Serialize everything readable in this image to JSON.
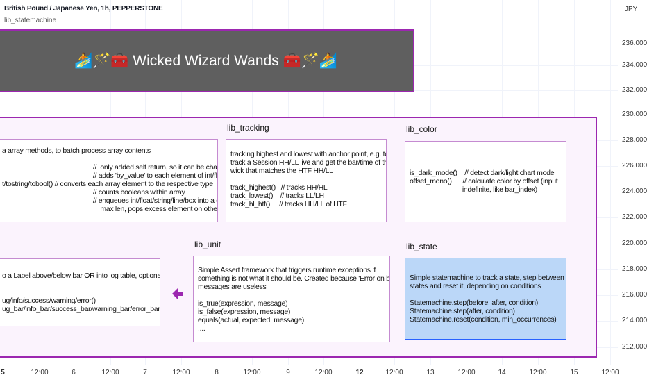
{
  "header": {
    "title": "British Pound / Japanese Yen, 1h, PEPPERSTONE",
    "indicator": "lib_statemachine",
    "currency": "JPY"
  },
  "banner": {
    "left_emoji": "🏄🪄🧰",
    "title": "Wicked Wizard Wands",
    "right_emoji": "🧰🪄🏄"
  },
  "price_axis": [
    "236.000",
    "234.000",
    "232.000",
    "230.000",
    "228.000",
    "226.000",
    "224.000",
    "222.000",
    "220.000",
    "218.000",
    "216.000",
    "214.000",
    "212.000"
  ],
  "time_axis": [
    "5",
    "12:00",
    "6",
    "12:00",
    "7",
    "12:00",
    "8",
    "12:00",
    "9",
    "12:00",
    "12",
    "12:00",
    "13",
    "12:00",
    "14",
    "12:00",
    "15",
    "12:00"
  ],
  "libs": {
    "array": {
      "text": "a array methods, to batch process array contents\n\n                                                  //  only added self return, so it can be chained\n                                                  // adds 'by_value' to each element of int/float arrays\nt/tostring/tobool() // converts each array element to the respective type\n                                                  // counts booleans within array\n                                                  // enqueues int/float/string/line/box into a queue of\n                                                      max len, pops excess element on other end"
    },
    "tracking": {
      "label": "lib_tracking",
      "text": "tracking highest and lowest with anchor point, e.g. to\ntrack a Session HH/LL live and get the bar/time of the LTF\nwick that matches the HTF HH/LL\n\ntrack_highest()   // tracks HH/HL\ntrack_lowest()    // tracks LL/LH\ntrack_hl_htf()     // tracks HH/LL of HTF"
    },
    "color": {
      "label": "lib_color",
      "text": "is_dark_mode()    // detect dark/light chart mode\noffset_mono()      // calculate color by offset (input\n                             indefinite, like bar_index)"
    },
    "unit": {
      "label": "lib_unit",
      "text": "Simple Assert framework that triggers runtime exceptions if\nsomething is not what it should be. Created because 'Error on bar'\nmessages are useless\n\nis_true(expression, message)\nis_false(expression, message)\nequals(actual, expected, message)\n...."
    },
    "logging": {
      "text": "o a Label above/below bar OR into log table, optional\n\n\nug/info/success/warning/error()\nug_bar/info_bar/success_bar/warning_bar/error_bar()"
    },
    "state": {
      "label": "lib_state",
      "text": "Simple statemachine to track a state, step between\nstates and reset it, depending on conditions\n\nStatemachine.step(before, after, condition)\nStatemachine.step(after, condition)\nStatemachine.reset(condition, min_occurrences)"
    }
  },
  "colors": {
    "accent": "#9c27b0",
    "state_fill": "#bbd7f8",
    "state_border": "#2962ff"
  }
}
